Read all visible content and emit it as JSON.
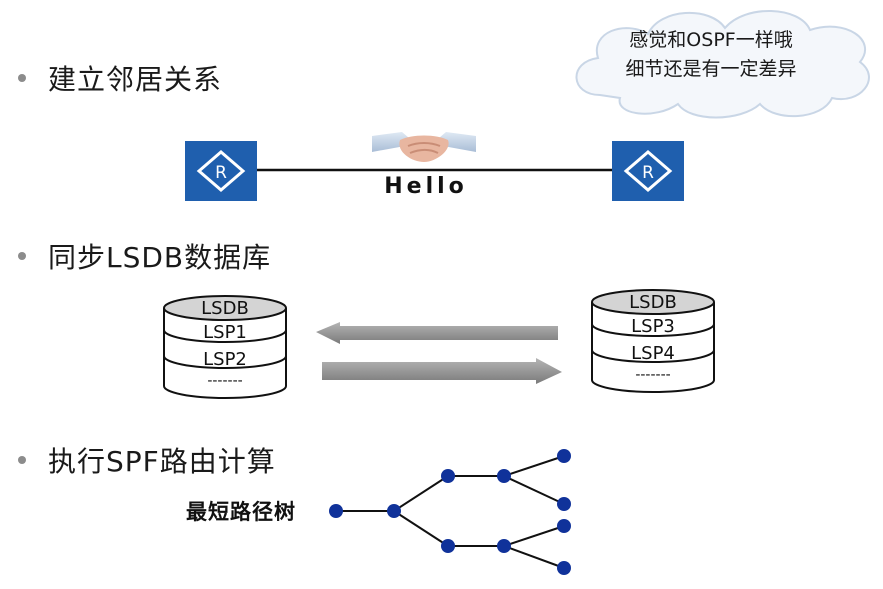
{
  "bullets": [
    {
      "text": "建立邻居关系"
    },
    {
      "text": "同步LSDB数据库"
    },
    {
      "text": "执行SPF路由计算"
    }
  ],
  "cloud": {
    "line1": "感觉和OSPF一样哦",
    "line2": "细节还是有一定差异"
  },
  "hello_label": "Hello",
  "router_icon_glyph": "R",
  "left_db": {
    "header": "LSDB",
    "rows": [
      "LSP1",
      "LSP2",
      "-------"
    ]
  },
  "right_db": {
    "header": "LSDB",
    "rows": [
      "LSP3",
      "LSP4",
      "-------"
    ]
  },
  "tree_label": "最短路径树",
  "colors": {
    "router_blue": "#1f5fae",
    "node_blue": "#10329a",
    "arrow_gray": "#8a8a8a",
    "cloud_fill": "#f4f7fb"
  }
}
